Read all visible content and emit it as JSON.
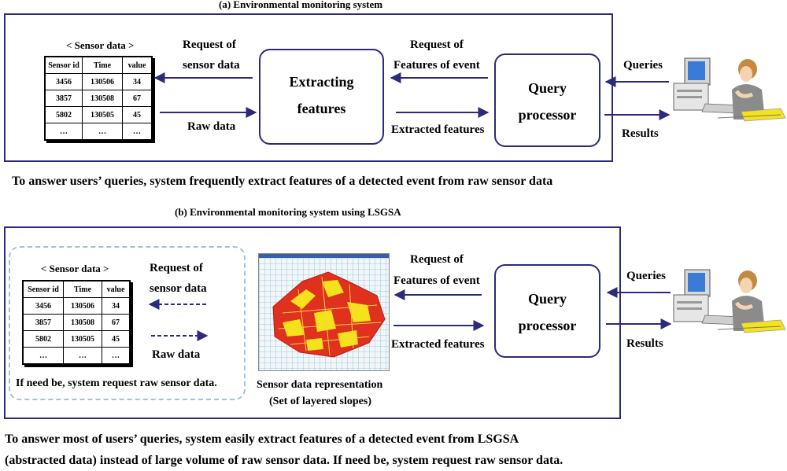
{
  "panel_a": {
    "title": "(a) Environmental monitoring system",
    "sensor_caption": "< Sensor data >",
    "table": {
      "headers": [
        "Sensor id",
        "Time",
        "value"
      ],
      "rows": [
        [
          "3456",
          "130506",
          "34"
        ],
        [
          "3857",
          "130508",
          "67"
        ],
        [
          "5802",
          "130505",
          "45"
        ],
        [
          "…",
          "…",
          "…"
        ]
      ]
    },
    "request_sensor_line1": "Request of",
    "request_sensor_line2": "sensor data",
    "raw_data": "Raw data",
    "extract_line1": "Extracting",
    "extract_line2": "features",
    "request_features_line1": "Request of",
    "request_features_line2": "Features of event",
    "extracted_features": "Extracted features",
    "query_line1": "Query",
    "query_line2": "processor",
    "queries": "Queries",
    "results": "Results",
    "caption": "To answer users’ queries, system frequently extract features of a detected event from raw sensor data"
  },
  "panel_b": {
    "title": "(b) Environmental monitoring system using LSGSA",
    "sensor_caption": "< Sensor data >",
    "table": {
      "headers": [
        "Sensor id",
        "Time",
        "value"
      ],
      "rows": [
        [
          "3456",
          "130506",
          "34"
        ],
        [
          "3857",
          "130508",
          "67"
        ],
        [
          "5802",
          "130505",
          "45"
        ],
        [
          "…",
          "…",
          "…"
        ]
      ]
    },
    "request_sensor_line1": "Request of",
    "request_sensor_line2": "sensor data",
    "raw_data": "Raw data",
    "if_need": "If need be, system request raw sensor data.",
    "repr_line1": "Sensor data representation",
    "repr_line2": "(Set of layered slopes)",
    "request_features_line1": "Request of",
    "request_features_line2": "Features of event",
    "extracted_features": "Extracted features",
    "query_line1": "Query",
    "query_line2": "processor",
    "queries": "Queries",
    "results": "Results",
    "caption_line1": "To answer most of users’ queries, system easily extract features of a detected event from LSGSA",
    "caption_line2": "(abstracted data) instead of large volume of raw sensor data. If need be, system request raw sensor data."
  },
  "colors": {
    "frame": "#2c2a7a",
    "arrow": "#2c2a7a",
    "dashed_box": "#9cc3e8",
    "terrain_red": "#e0301e",
    "terrain_yellow": "#f4e21a",
    "grid": "#7fc0d6"
  }
}
